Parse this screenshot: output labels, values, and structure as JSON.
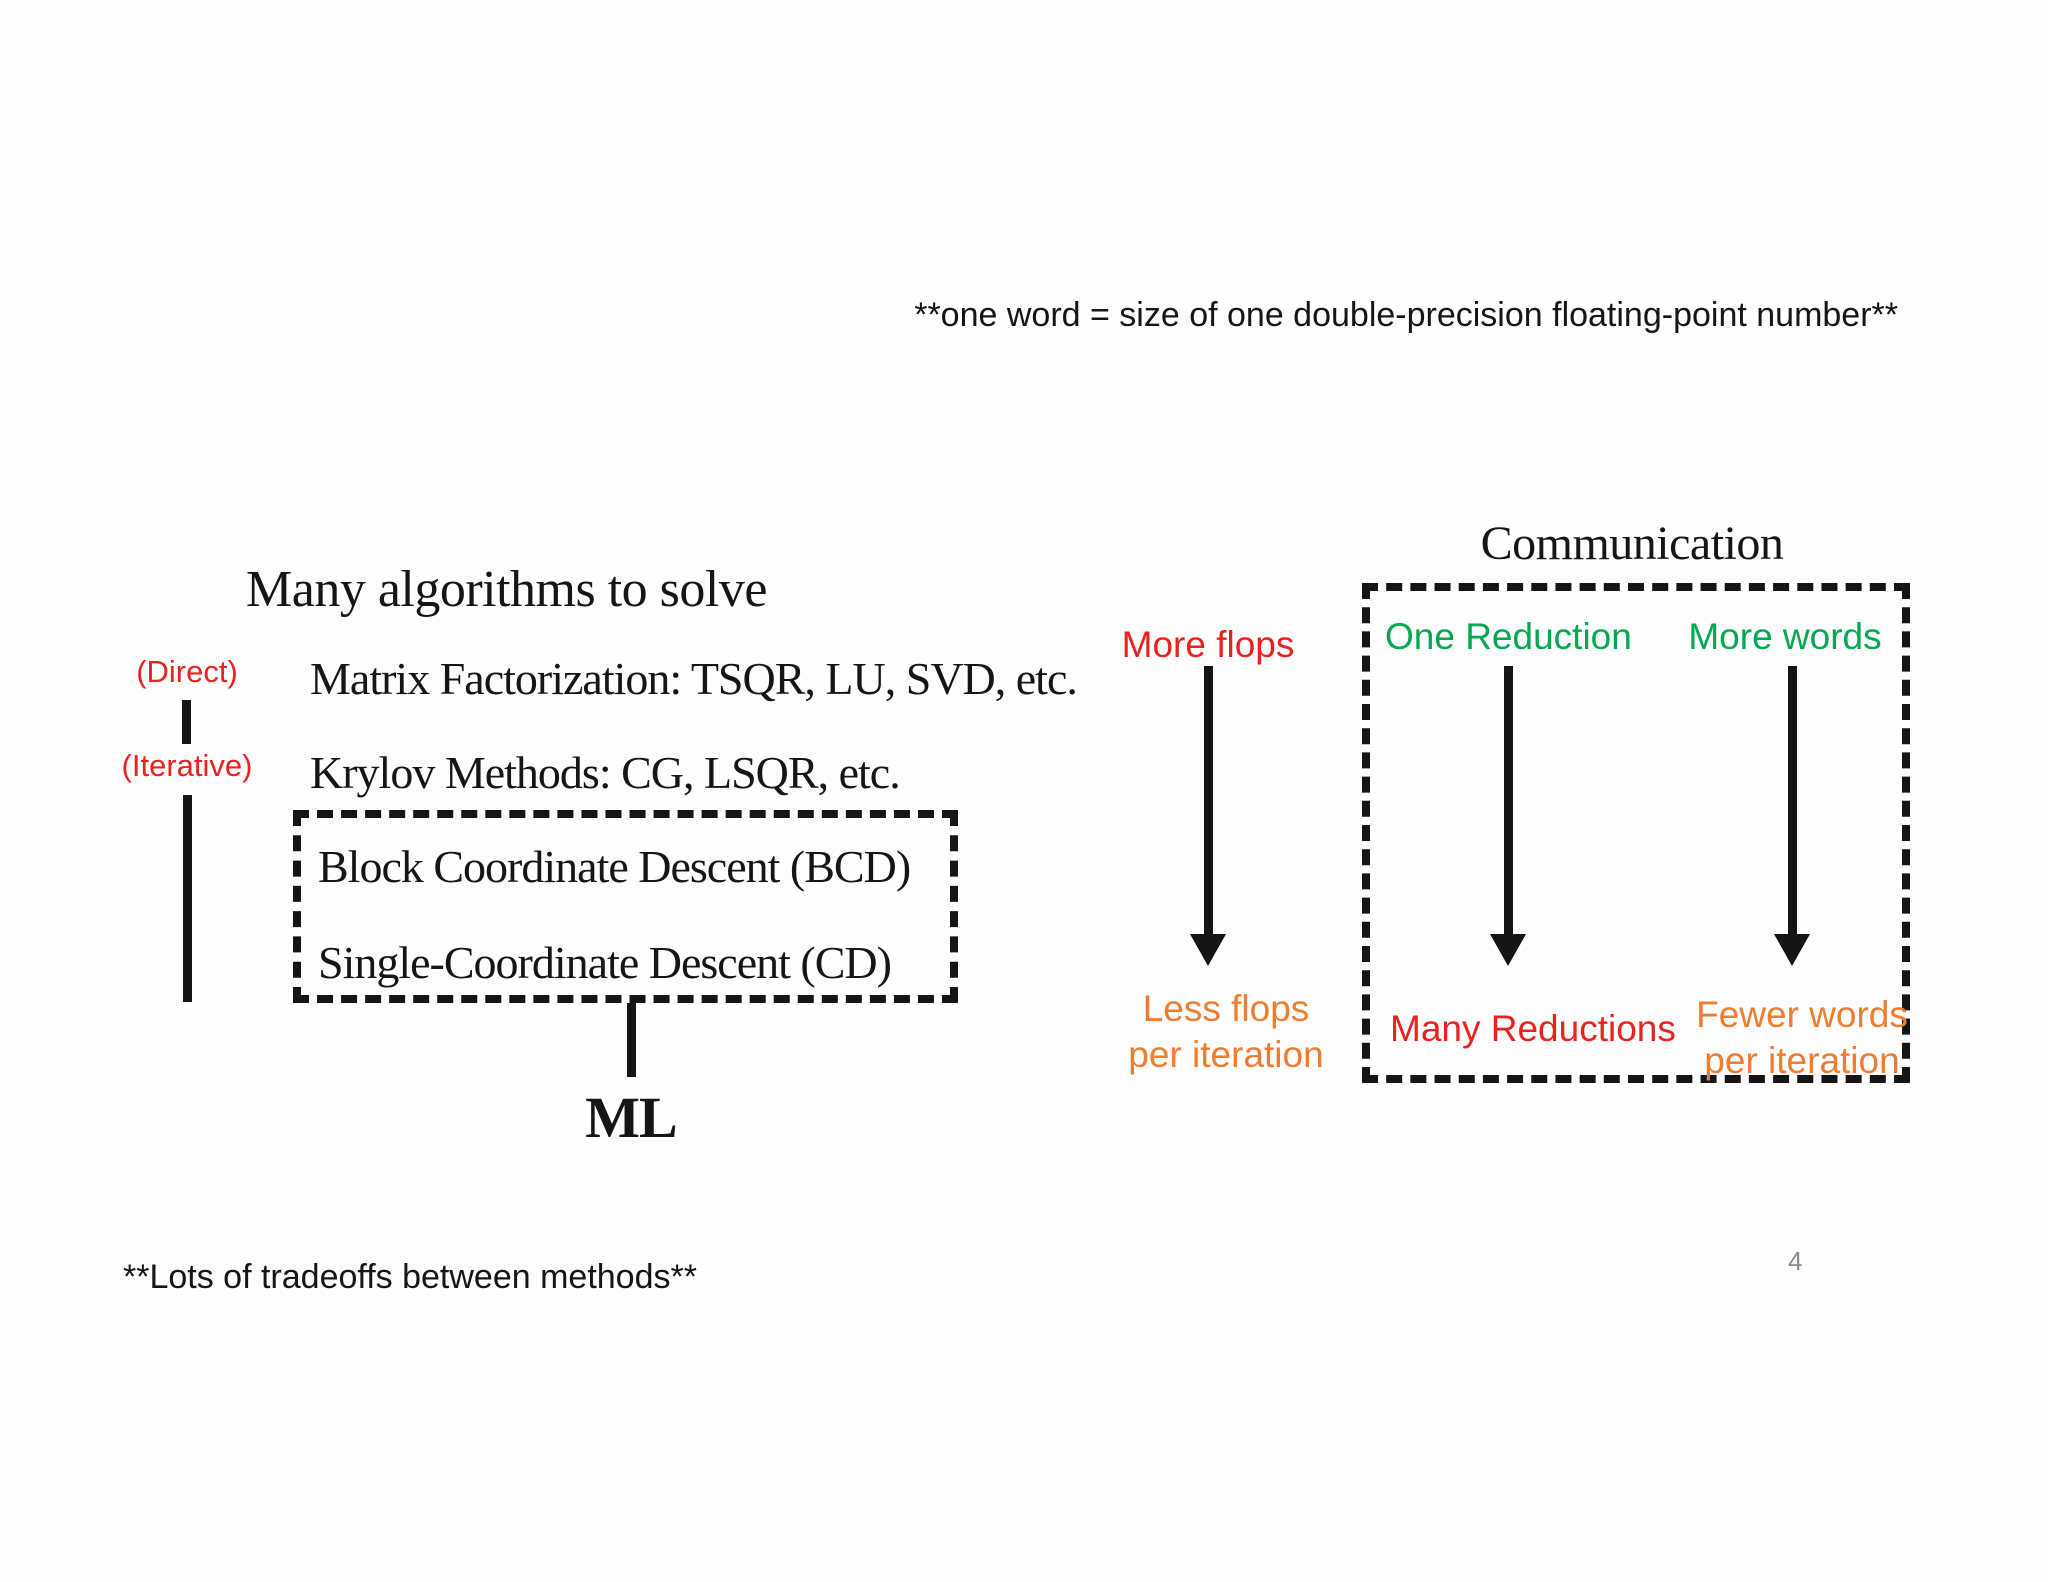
{
  "slide": {
    "top_note": "**one word = size of one double-precision floating-point number**",
    "bottom_note": "**Lots of tradeoffs between methods**",
    "page_number": "4"
  },
  "algorithms": {
    "title": "Many algorithms to solve",
    "direct_label": "(Direct)",
    "iterative_label": "(Iterative)",
    "matrix_item": "Matrix Factorization: TSQR, LU, SVD, etc.",
    "krylov_item": "Krylov Methods: CG, LSQR, etc.",
    "bcd_item": "Block Coordinate Descent (BCD)",
    "cd_item": "Single-Coordinate Descent (CD)",
    "ml_label": "ML"
  },
  "flops": {
    "top_label": "More flops",
    "bottom_line1": "Less flops",
    "bottom_line2": "per iteration"
  },
  "communication": {
    "title": "Communication",
    "reduction_top": "One Reduction",
    "reduction_bottom": "Many Reductions",
    "words_top": "More words",
    "words_bottom_line1": "Fewer words",
    "words_bottom_line2": "per iteration"
  },
  "colors": {
    "red": "#e8231f",
    "green": "#00a850",
    "orange": "#ed7d31",
    "ink": "#151515",
    "gray": "#8a8a8a",
    "background": "#fdfdfd"
  }
}
